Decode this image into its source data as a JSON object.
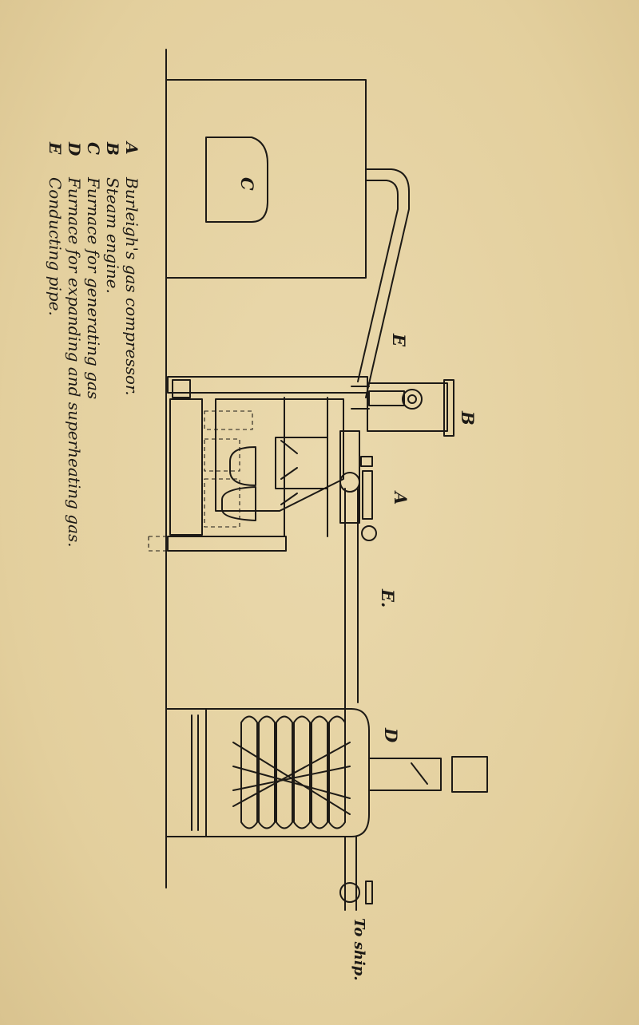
{
  "diagram": {
    "labels": {
      "compressor": "A",
      "engine": "B",
      "furnace_gen": "C",
      "furnace_super": "D",
      "pipe_upper": "E",
      "pipe_lower": "E.",
      "to_ship": "To ship."
    },
    "legend": [
      {
        "key": "A",
        "text": "Burleigh's gas compressor."
      },
      {
        "key": "B",
        "text": "Steam engine."
      },
      {
        "key": "C",
        "text": "Furnace for generating gas"
      },
      {
        "key": "D",
        "text": "Furnace for expanding and superheating gas."
      },
      {
        "key": "E",
        "text": "Conducting pipe."
      }
    ]
  }
}
